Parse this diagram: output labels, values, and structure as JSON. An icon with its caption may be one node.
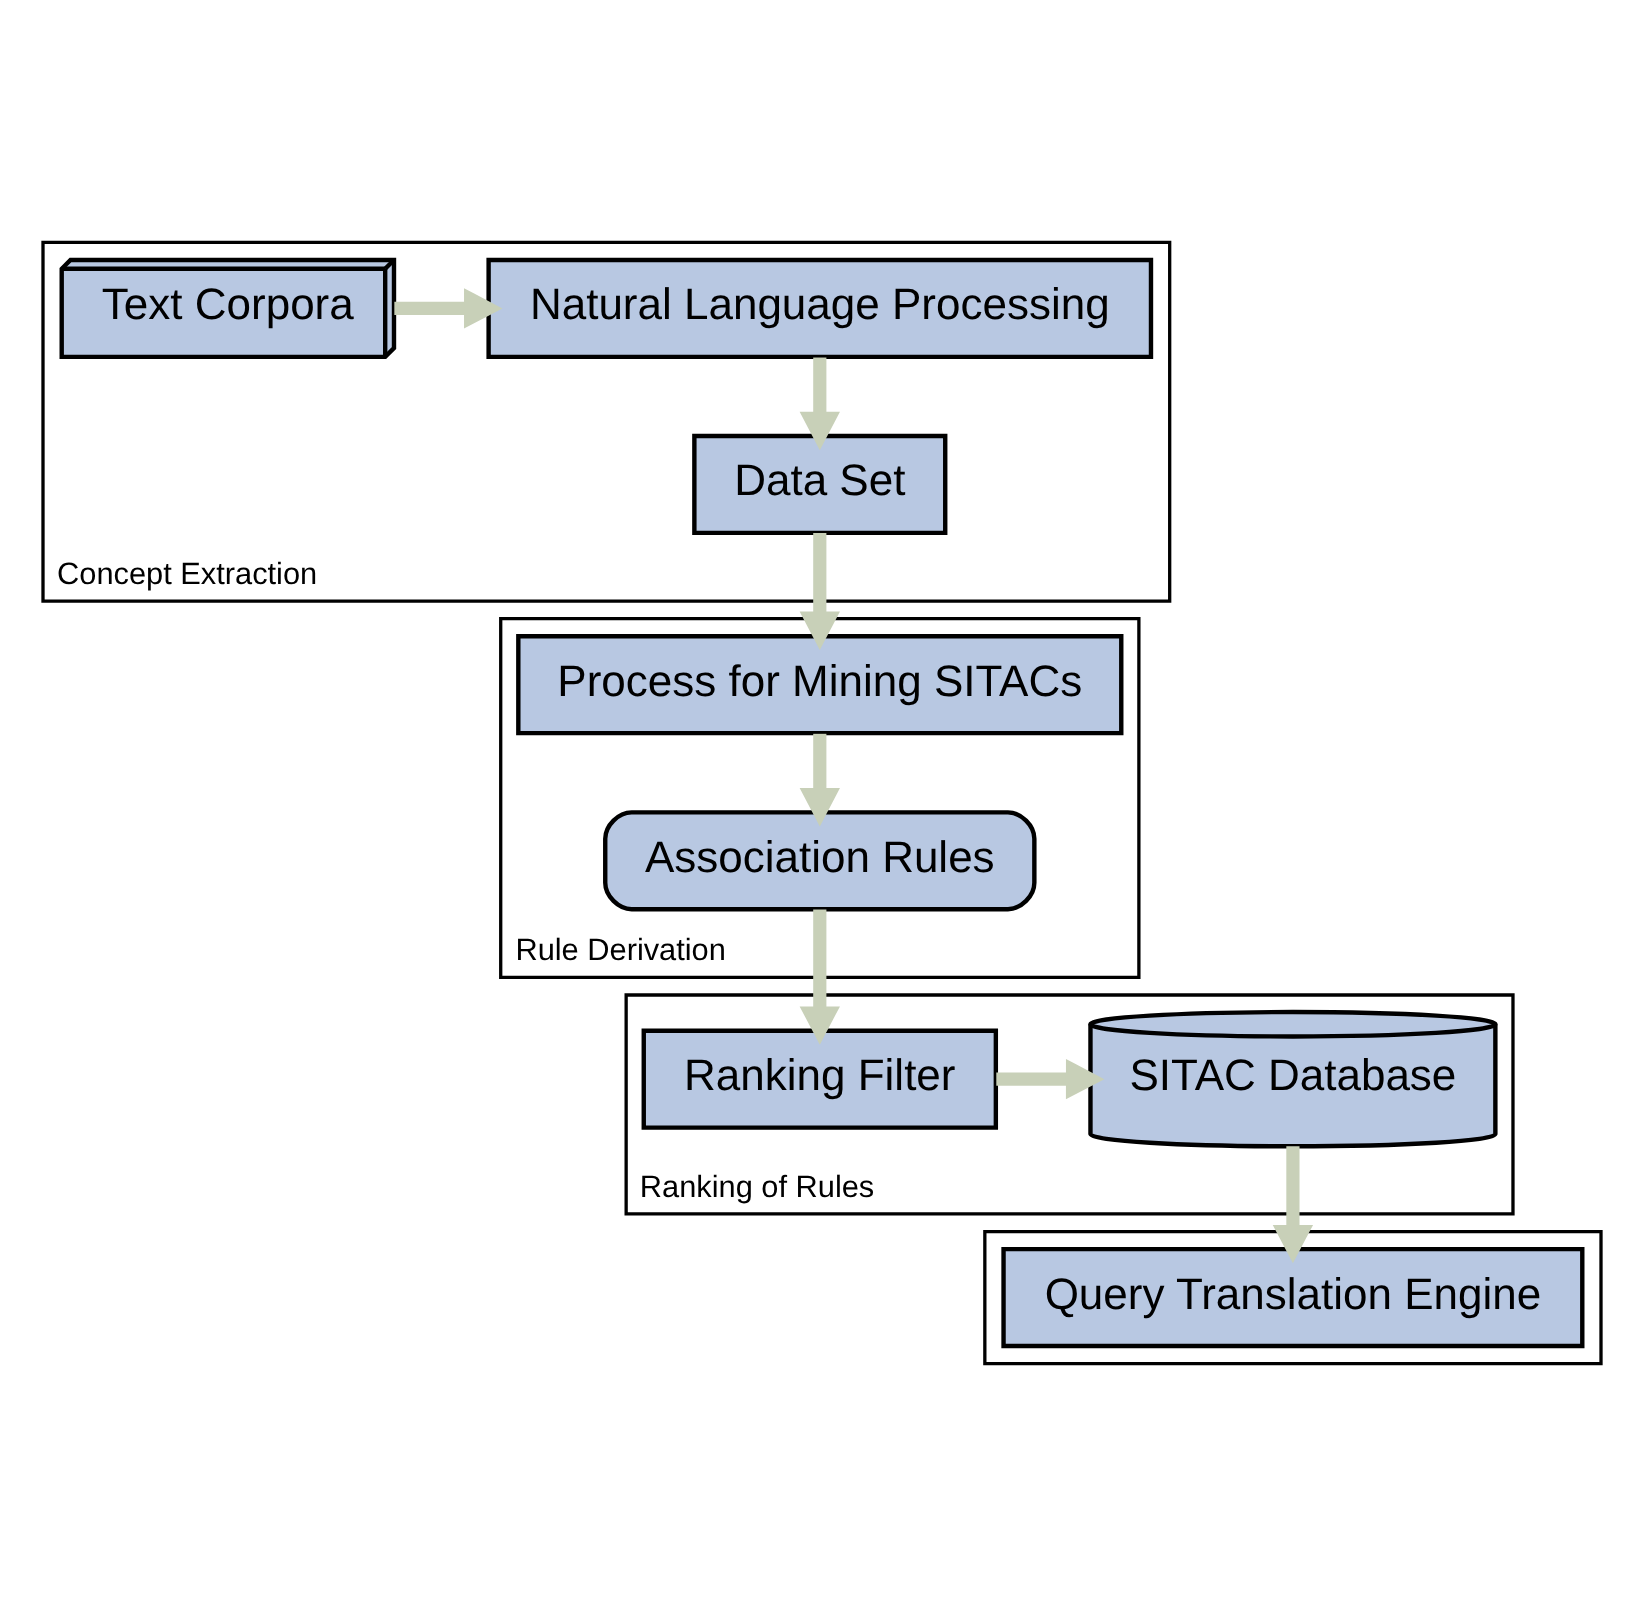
{
  "diagram": {
    "nodes": [
      {
        "text": [
          "Concept Extraction"
        ]
      },
      {
        "text": [
          "Text Corpora"
        ],
        "in": 0
      },
      {
        "text": [
          "Natural Language Processing"
        ],
        "in": 0
      },
      {
        "text": [
          "Data Set"
        ],
        "in": 0
      },
      {
        "text": [],
        "shape": "box"
      },
      {
        "text": [
          "Query Translation Engine"
        ],
        "in": 4
      },
      {
        "text": [
          "Rule Derivation"
        ]
      },
      {
        "text": [
          "Process for Mining SITACs"
        ],
        "in": 6
      },
      {
        "text": [
          "Association Rules"
        ],
        "in": 6
      },
      {
        "text": [
          "Ranking of Rules"
        ]
      },
      {
        "text": [
          "SITAC Database"
        ],
        "in": 9
      },
      {
        "text": [
          "Ranking Filter"
        ],
        "in": 9
      }
    ],
    "edges": [
      {
        "from": 1,
        "to": 2,
        "arrow": "to"
      },
      {
        "from": 2,
        "to": 3,
        "arrow": "to"
      },
      {
        "from": 3,
        "to": 7,
        "arrow": "to"
      },
      {
        "from": 7,
        "to": 8,
        "arrow": "to"
      },
      {
        "from": 8,
        "to": 11,
        "arrow": "to"
      },
      {
        "from": 11,
        "to": 10,
        "arrow": "to"
      },
      {
        "from": 10,
        "to": 5,
        "arrow": "to"
      }
    ]
  }
}
